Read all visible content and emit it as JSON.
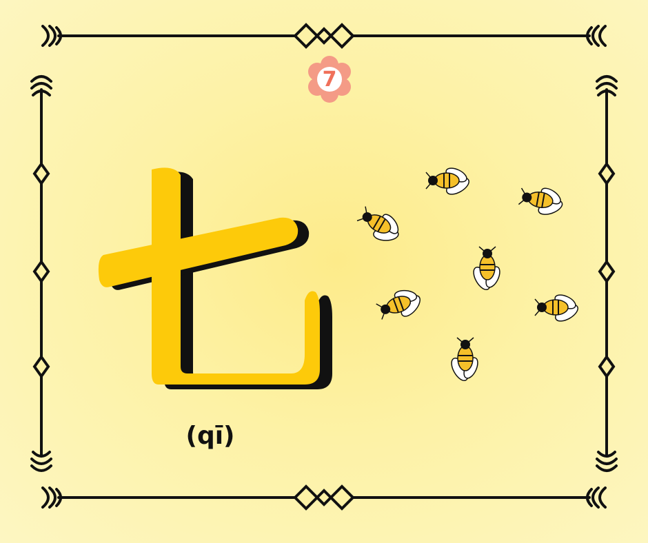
{
  "card": {
    "number": "7",
    "character": "七",
    "pinyin": "(qī)",
    "bee_count": 7
  },
  "colors": {
    "background": "#fdf2a6",
    "frame": "#111111",
    "character_fill": "#fdca0a",
    "character_shadow": "#111111",
    "badge_fill": "#f49b86",
    "badge_inner": "#ffffff",
    "badge_text": "#f0705a",
    "bee_body": "#f5c02a"
  },
  "icons": {
    "badge": "flower-badge-icon",
    "bee": "bee-icon",
    "frame": "ornamental-frame"
  }
}
